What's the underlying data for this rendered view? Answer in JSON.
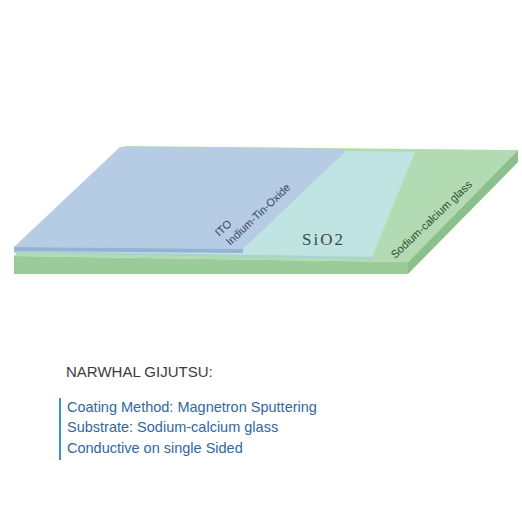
{
  "diagram": {
    "title": "NARWHAL GIJUTSU:",
    "nodes": [
      {
        "text": [
          "ITO",
          "Indium-Tin-Oxide"
        ]
      },
      {
        "text": [
          "SiO2"
        ]
      },
      {
        "text": [
          "Sodium-calcium glass"
        ]
      }
    ],
    "labels": [
      "Coating Method: Magnetron Sputtering",
      "Substrate: Sodium-calcium glass",
      "Conductive on single Sided"
    ]
  }
}
